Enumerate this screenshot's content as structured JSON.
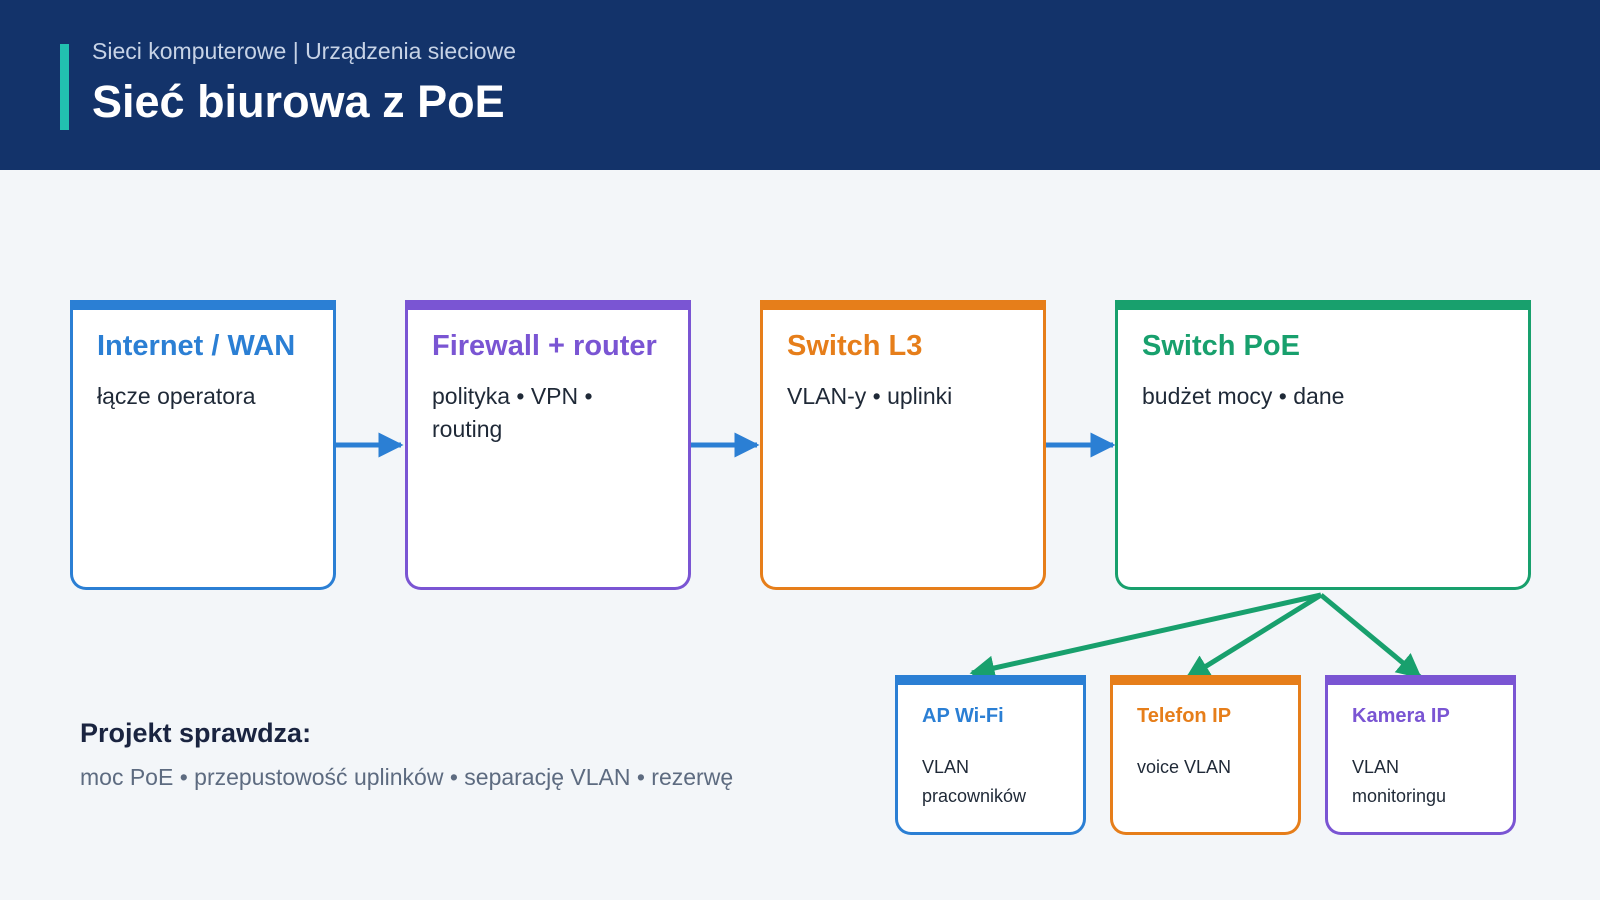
{
  "header": {
    "subtitle": "Sieci komputerowe | Urządzenia sieciowe",
    "title": "Sieć biurowa z PoE"
  },
  "nodes": [
    {
      "title": "Internet / WAN",
      "desc": "łącze operatora",
      "color": "#2b7fd4"
    },
    {
      "title": "Firewall + router",
      "desc": "polityka • VPN • routing",
      "color": "#7a55d3"
    },
    {
      "title": "Switch L3",
      "desc": "VLAN-y • uplinki",
      "color": "#e67e1a"
    },
    {
      "title": "Switch PoE",
      "desc": "budżet mocy • dane",
      "color": "#18a06d"
    },
    {
      "title": "AP Wi-Fi",
      "desc": "VLAN pracowników",
      "color": "#2b7fd4"
    },
    {
      "title": "Telefon IP",
      "desc": "voice VLAN",
      "color": "#e67e1a"
    },
    {
      "title": "Kamera IP",
      "desc": "VLAN monitoringu",
      "color": "#7a55d3"
    }
  ],
  "note": {
    "title": "Projekt sprawdza:",
    "text": "moc PoE • przepustowość uplinków • separację VLAN • rezerwę"
  }
}
